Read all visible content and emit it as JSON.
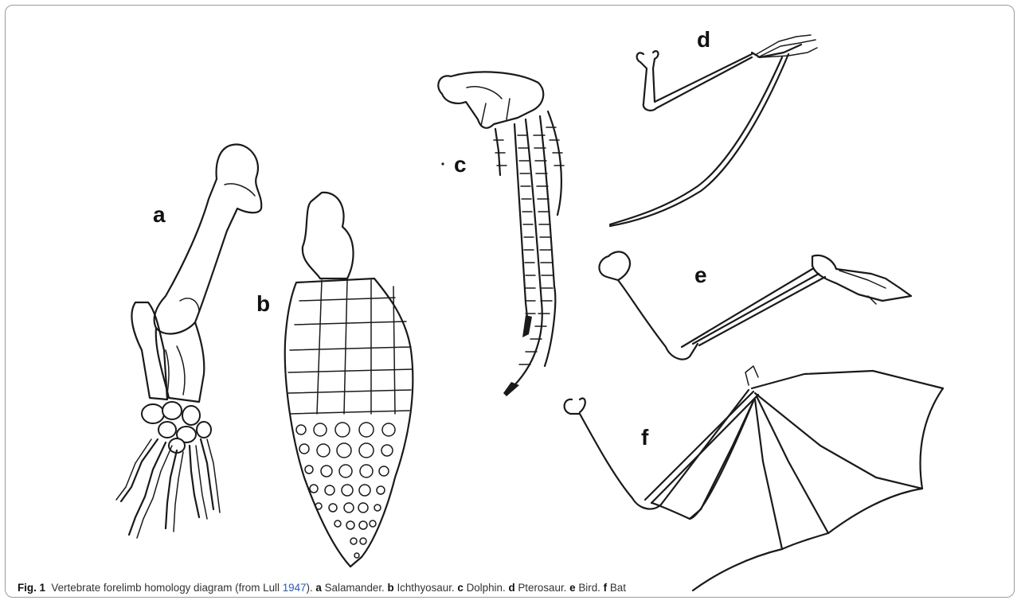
{
  "figure": {
    "panel_labels": {
      "a": "a",
      "b": "b",
      "c": "c",
      "d": "d",
      "e": "e",
      "f": "f"
    },
    "caption": {
      "label": "Fig. 1",
      "text_before_ref": "Vertebrate forelimb homology diagram (from Lull ",
      "ref_year": "1947",
      "text_after_ref": ").",
      "parts": [
        {
          "letter": "a",
          "name": "Salamander."
        },
        {
          "letter": "b",
          "name": "Ichthyosaur."
        },
        {
          "letter": "c",
          "name": "Dolphin."
        },
        {
          "letter": "d",
          "name": "Pterosaur."
        },
        {
          "letter": "e",
          "name": "Bird."
        },
        {
          "letter": "f",
          "name": "Bat"
        }
      ]
    }
  },
  "colors": {
    "ink": "#1a1a1a",
    "frame": "#9a9a9a",
    "link": "#2a5db0",
    "caption_text": "#333333"
  }
}
